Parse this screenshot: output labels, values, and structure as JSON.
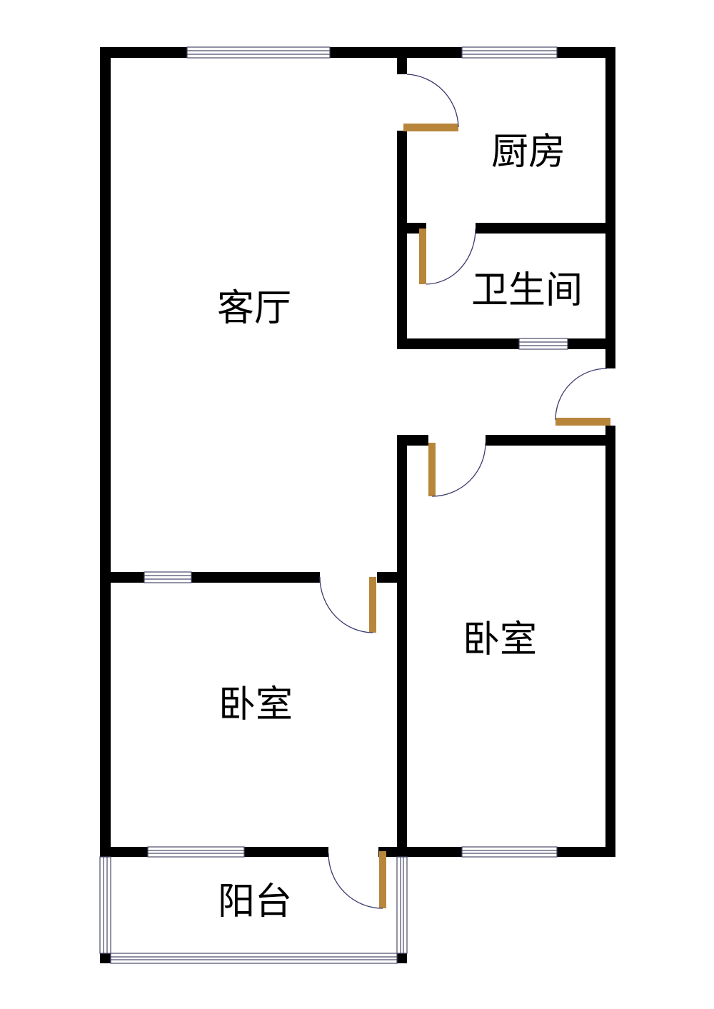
{
  "floorplan": {
    "rooms": {
      "living_room": "客厅",
      "kitchen": "厨房",
      "bathroom": "卫生间",
      "bedroom_right": "卧室",
      "bedroom_left": "卧室",
      "balcony": "阳台"
    },
    "colors": {
      "wall": "#000000",
      "door_leaf": "#b8863b",
      "door_arc": "#3a3a6e",
      "window": "#4a4a6a"
    }
  }
}
